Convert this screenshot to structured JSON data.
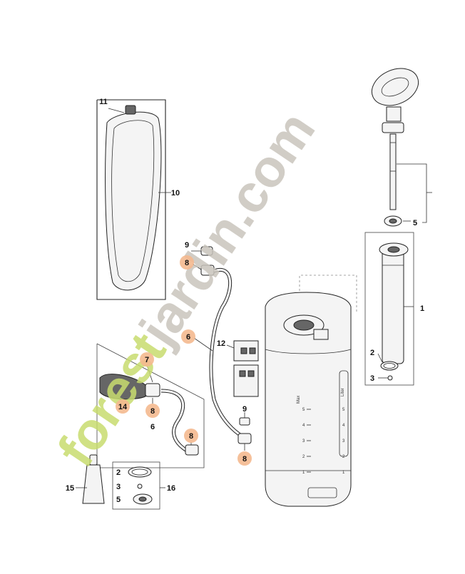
{
  "watermark": {
    "text": "forestjardin.com",
    "color_green": "#c8dc6e",
    "color_gray": "#c9c4bc"
  },
  "highlight_color": "#f4b98f",
  "callouts": [
    {
      "id": "c11",
      "text": "11",
      "highlighted": false
    },
    {
      "id": "c10",
      "text": "10",
      "highlighted": false
    },
    {
      "id": "c9a",
      "text": "9",
      "highlighted": false
    },
    {
      "id": "c8a",
      "text": "8",
      "highlighted": true
    },
    {
      "id": "c6a",
      "text": "6",
      "highlighted": true
    },
    {
      "id": "c12",
      "text": "12",
      "highlighted": false
    },
    {
      "id": "c7",
      "text": "7",
      "highlighted": true
    },
    {
      "id": "c14",
      "text": "14",
      "highlighted": true
    },
    {
      "id": "c8b",
      "text": "8",
      "highlighted": true
    },
    {
      "id": "c6b",
      "text": "6",
      "highlighted": false
    },
    {
      "id": "c8c",
      "text": "8",
      "highlighted": true
    },
    {
      "id": "c9b",
      "text": "9",
      "highlighted": false
    },
    {
      "id": "c8d",
      "text": "8",
      "highlighted": true
    },
    {
      "id": "c15",
      "text": "15",
      "highlighted": false
    },
    {
      "id": "c2a",
      "text": "2",
      "highlighted": false
    },
    {
      "id": "c3a",
      "text": "3",
      "highlighted": false
    },
    {
      "id": "c5a",
      "text": "5",
      "highlighted": false
    },
    {
      "id": "c16",
      "text": "16",
      "highlighted": false
    },
    {
      "id": "c5b",
      "text": "5",
      "highlighted": false
    },
    {
      "id": "c1",
      "text": "1",
      "highlighted": false
    },
    {
      "id": "c2b",
      "text": "2",
      "highlighted": false
    },
    {
      "id": "c3b",
      "text": "3",
      "highlighted": false
    }
  ],
  "tank_scale": {
    "max_label": "Max",
    "unit_label": "Liter",
    "ticks": [
      "5",
      "4",
      "3",
      "2",
      "1"
    ]
  }
}
